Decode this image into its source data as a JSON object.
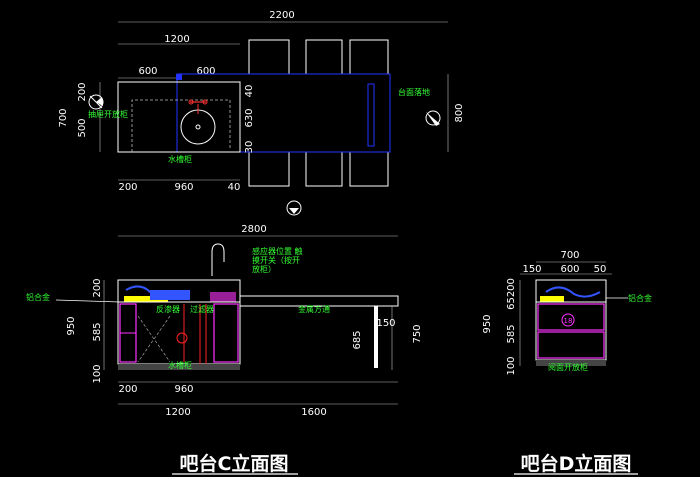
{
  "plan": {
    "dims": {
      "total_width": "2200",
      "top_width": "1200",
      "left_600": "600",
      "right_600": "600",
      "v_200": "200",
      "v_500": "500",
      "v_700": "700",
      "i_40_top": "40",
      "i_630": "630",
      "i_30": "30",
      "right_800": "800",
      "bottom_200": "200",
      "bottom_960": "960",
      "bottom_40": "40"
    },
    "labels": {
      "cabinet_note": "抽屉开放柜",
      "sink_note": "水槽柜",
      "ground_note": "台面落地"
    }
  },
  "elevation_c": {
    "dims": {
      "top_2800": "2800",
      "h_200": "200",
      "h_950": "950",
      "h_585": "585",
      "h_100": "100",
      "b_200": "200",
      "b_960": "960",
      "b_1200": "1200",
      "b_1600": "1600",
      "r_150": "150",
      "r_685": "685",
      "r_750": "750"
    },
    "labels": {
      "alloy_left": "铝合金",
      "sensor_note_1": "感应器位置 触",
      "sensor_note_2": "摸开关（按开",
      "sensor_note_3": "放柜）",
      "purifier": "反渗器",
      "filter": "过滤器",
      "metal": "金属方通",
      "sink_cab": "水槽柜"
    },
    "title": "吧台C立面图"
  },
  "elevation_d": {
    "dims": {
      "top_700": "700",
      "d_150": "150",
      "d_600": "600",
      "d_50": "50",
      "h_65200": "65200",
      "h_950": "950",
      "h_585": "585",
      "h_100": "100"
    },
    "labels": {
      "alloy_right": "铝合金",
      "badge": "18",
      "cabinet": "阅面开放柜"
    },
    "title": "吧台D立面图"
  },
  "colors": {
    "bg": "#000000",
    "line": "#ffffff",
    "blue": "#2233ff",
    "magenta": "#ff33ff",
    "green_text": "#33ff33",
    "yellow": "#ffff00",
    "red": "#ff2222"
  }
}
